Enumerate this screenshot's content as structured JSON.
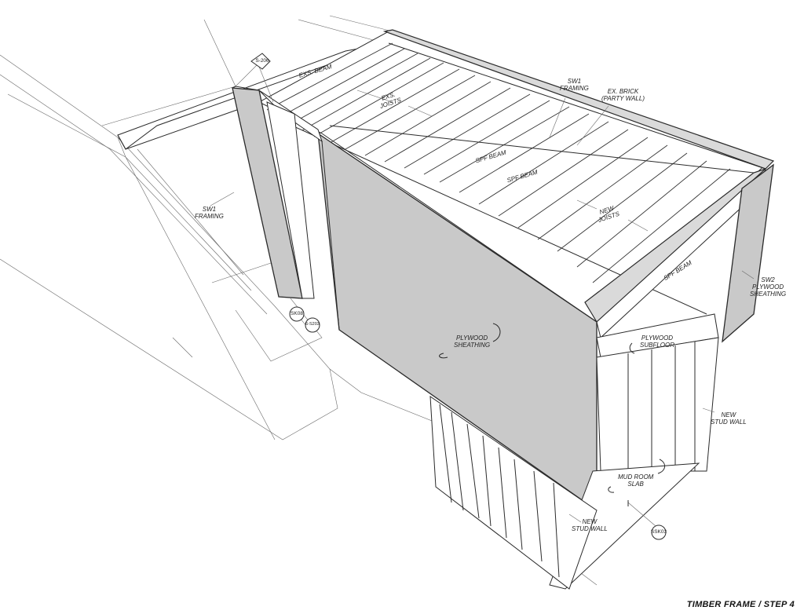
{
  "drawing": {
    "title": "TIMBER FRAME / STEP 4",
    "labels": {
      "exs_beam": "EXS. BEAM",
      "exs_joists": "EXS.\nJOISTS",
      "sw1_framing_top": "SW1\nFRAMING",
      "ex_brick": "EX. BRICK\n(PARTY WALL)",
      "spf_beam_1": "SPF BEAM",
      "spf_beam_2": "SPF BEAM",
      "spf_beam_3": "SPF BEAM",
      "new_joists": "NEW\nJOISTS",
      "sw1_framing_left": "SW1\nFRAMING",
      "sw2_plywood": "SW2\nPLYWOOD\nSHEATHING",
      "plywood_sheathing": "PLYWOOD\nSHEATHING",
      "plywood_subfloor": "PLYWOOD\nSUBFLOOR",
      "new_stud_wall_right": "NEW\nSTUD WALL",
      "mud_room_slab": "MUD ROOM\nSLAB",
      "new_stud_wall_bottom": "NEW\nSTUD WALL"
    },
    "tags": {
      "s206": "S-206",
      "sk08": "SK08",
      "s5203": "6-S203",
      "ssk03": "SSK03"
    }
  }
}
